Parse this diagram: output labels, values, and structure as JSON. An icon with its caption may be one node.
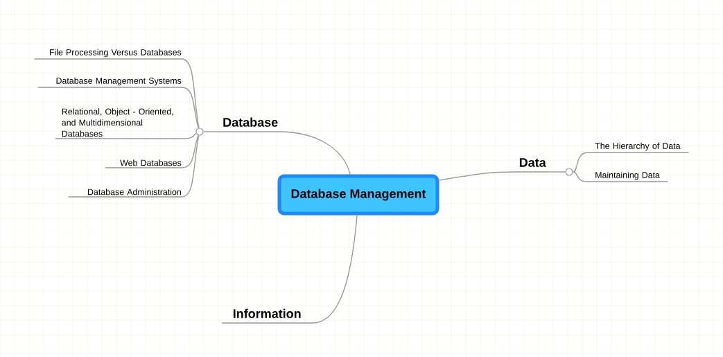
{
  "diagram": {
    "nodes": [
      {
        "text": [
          "Database Management"
        ]
      },
      {
        "text": [
          "Database"
        ]
      },
      {
        "text": [],
        "shape": "circle"
      },
      {
        "text": [
          "File Processing Versus Databases"
        ]
      },
      {
        "text": [
          "Database Management Systems"
        ]
      },
      {
        "text": [
          "Relational, Object - Oriented, and Multidimensional Databases"
        ]
      },
      {
        "text": [
          "Web Databases"
        ]
      },
      {
        "text": [
          "Database Administration"
        ]
      },
      {
        "text": [
          "Data"
        ]
      },
      {
        "text": [],
        "shape": "circle"
      },
      {
        "text": [
          "The Hierarchy of Data"
        ]
      },
      {
        "text": [
          "Maintaining Data"
        ]
      },
      {
        "text": [
          "Information"
        ]
      }
    ],
    "edges": [
      {
        "from": 0,
        "to": 1,
        "arrow": "none"
      },
      {
        "from": 1,
        "to": 2,
        "arrow": "none"
      },
      {
        "from": 2,
        "to": 3,
        "arrow": "none"
      },
      {
        "from": 2,
        "to": 4,
        "arrow": "none"
      },
      {
        "from": 2,
        "to": 5,
        "arrow": "none"
      },
      {
        "from": 2,
        "to": 6,
        "arrow": "none"
      },
      {
        "from": 2,
        "to": 7,
        "arrow": "none"
      },
      {
        "from": 0,
        "to": 8,
        "arrow": "none"
      },
      {
        "from": 8,
        "to": 9,
        "arrow": "none"
      },
      {
        "from": 9,
        "to": 10,
        "arrow": "none"
      },
      {
        "from": 9,
        "to": 11,
        "arrow": "none"
      },
      {
        "from": 0,
        "to": 12,
        "arrow": "none"
      }
    ]
  }
}
